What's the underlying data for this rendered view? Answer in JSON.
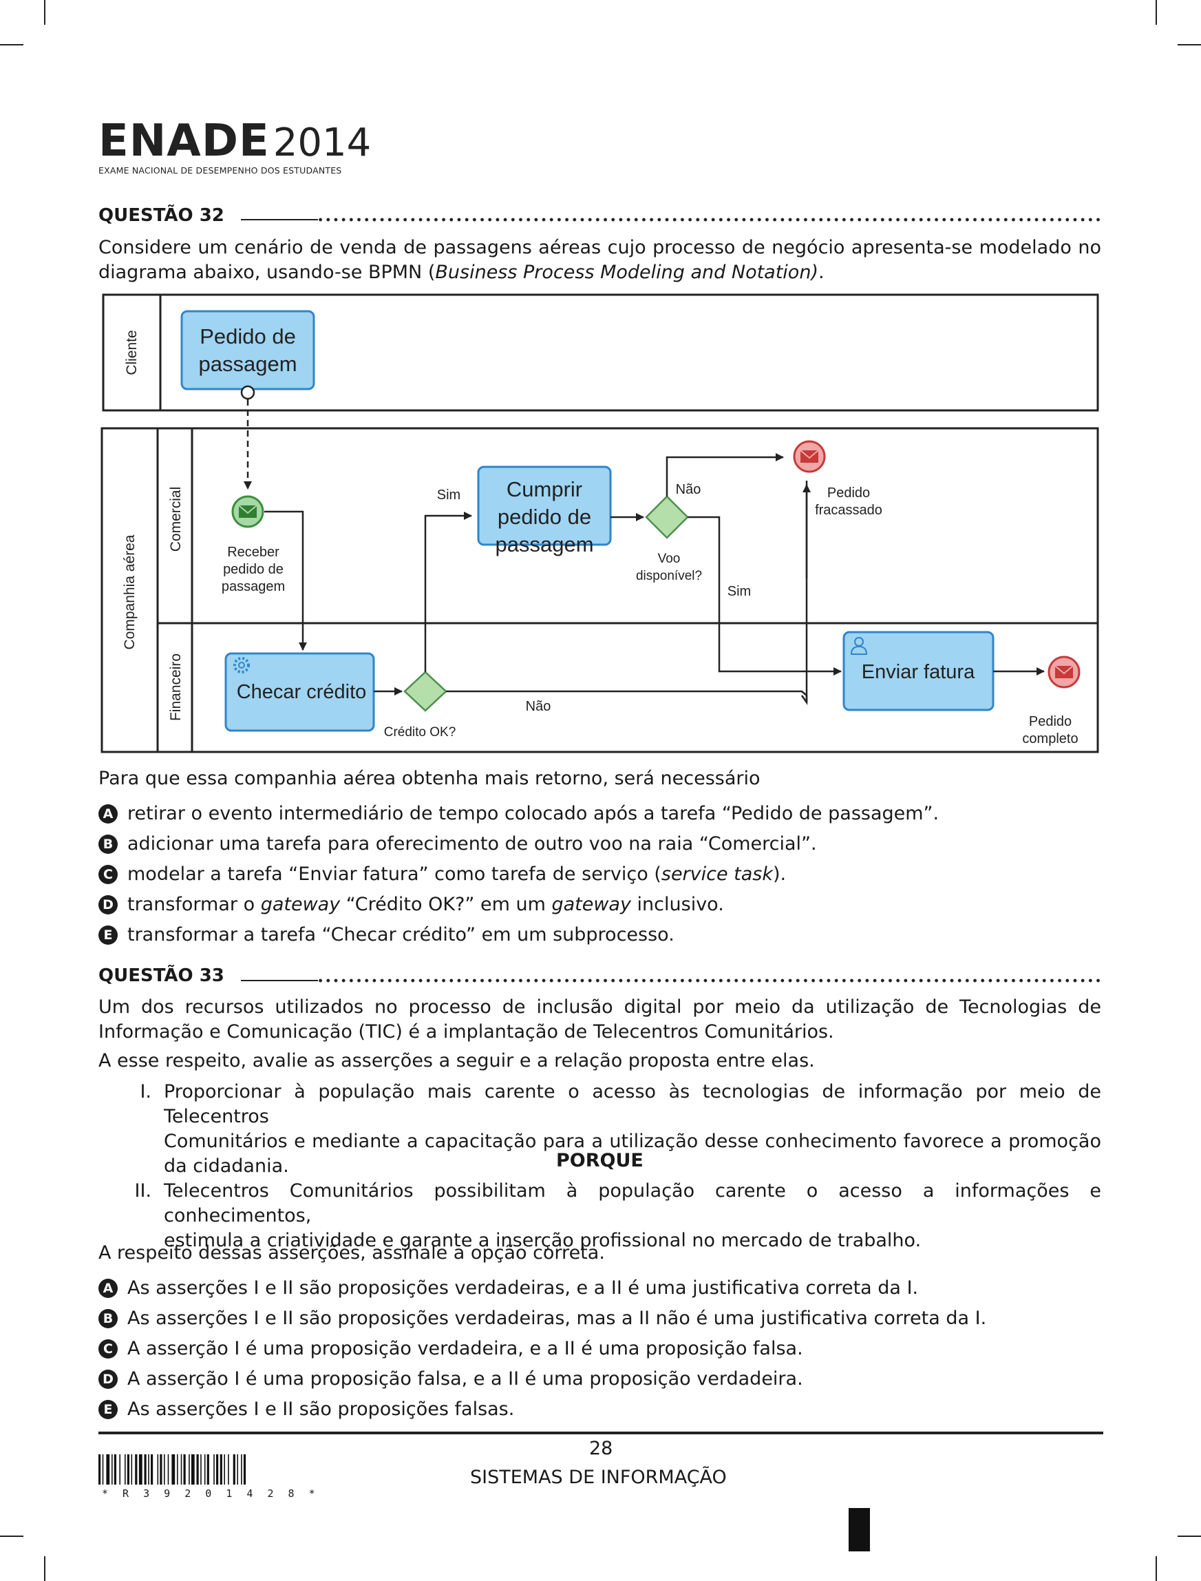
{
  "header": {
    "logo_text": "ENADE",
    "logo_year": "2014",
    "logo_subtitle": "EXAME NACIONAL DE DESEMPENHO DOS ESTUDANTES"
  },
  "q32": {
    "title": "QUESTÃO 32",
    "intro_line1": "Considere um cenário de venda de passagens aéreas cujo processo de negócio apresenta-se modelado no",
    "intro_line2_a": "diagrama abaixo, usando-se BPMN (",
    "intro_line2_italic": "Business Process Modeling and Notation)",
    "intro_line2_b": ".",
    "diagram": {
      "pool_client": "Cliente",
      "pool_company": "Companhia aérea",
      "lane_commercial": "Comercial",
      "lane_financial": "Financeiro",
      "task_pedido_l1": "Pedido de",
      "task_pedido_l2": "passagem",
      "event_receber_l1": "Receber",
      "event_receber_l2": "pedido de",
      "event_receber_l3": "passagem",
      "task_checar": "Checar crédito",
      "gateway_credito": "Crédito OK?",
      "label_sim_1": "Sim",
      "label_nao_1": "Não",
      "task_cumprir_l1": "Cumprir",
      "task_cumprir_l2": "pedido de",
      "task_cumprir_l3": "passagem",
      "gateway_voo_l1": "Voo",
      "gateway_voo_l2": "disponível?",
      "label_nao_2": "Não",
      "label_sim_2": "Sim",
      "end_fracassado_l1": "Pedido",
      "end_fracassado_l2": "fracassado",
      "task_fatura": "Enviar fatura",
      "end_completo_l1": "Pedido",
      "end_completo_l2": "completo"
    },
    "stem": "Para que essa companhia aérea obtenha mais retorno, será necessário",
    "options": [
      {
        "letter": "A",
        "text": "retirar o evento intermediário de tempo colocado após a tarefa “Pedido de passagem”."
      },
      {
        "letter": "B",
        "text": "adicionar uma tarefa para oferecimento de outro voo na raia “Comercial”."
      },
      {
        "letter": "C",
        "text_a": "modelar a tarefa “Enviar fatura” como tarefa de serviço (",
        "text_i": "service task",
        "text_b": ")."
      },
      {
        "letter": "D",
        "text_a": "transformar o ",
        "text_i": "gateway",
        "text_b": " “Crédito OK?” em um ",
        "text_i2": "gateway",
        "text_c": " inclusivo."
      },
      {
        "letter": "E",
        "text": "transformar a tarefa “Checar crédito” em um subprocesso."
      }
    ]
  },
  "q33": {
    "title": "QUESTÃO 33",
    "intro_line1": "Um dos recursos utilizados no processo de inclusão digital por meio da utilização de Tecnologias de",
    "intro_line2": "Informação e Comunicação (TIC) é a implantação de Telecentros Comunitários.",
    "intro_line3": "A esse respeito, avalie as asserções a seguir e a relação proposta entre elas.",
    "assertion1_num": "I.",
    "assertion1_l1": "Proporcionar à população mais carente o acesso às tecnologias de informação por meio de Telecentros",
    "assertion1_l2": "Comunitários e mediante a capacitação para a utilização desse conhecimento favorece a promoção",
    "assertion1_l3": "da cidadania.",
    "porque": "PORQUE",
    "assertion2_num": "II.",
    "assertion2_l1": "Telecentros Comunitários possibilitam à população carente o acesso a informações e conhecimentos,",
    "assertion2_l2": "estimula a criatividade e garante a inserção profissional no mercado de trabalho.",
    "stem": "A respeito dessas asserções, assinale a opção correta.",
    "options": [
      {
        "letter": "A",
        "text": "As asserções I e II são proposições verdadeiras, e a II é uma justificativa correta da I."
      },
      {
        "letter": "B",
        "text": "As asserções I e II são proposições verdadeiras, mas a II não é uma justificativa correta da I."
      },
      {
        "letter": "C",
        "text": "A asserção I é uma proposição verdadeira, e a II é uma proposição falsa."
      },
      {
        "letter": "D",
        "text": "A asserção I é uma proposição falsa, e a II é uma proposição verdadeira."
      },
      {
        "letter": "E",
        "text": "As asserções I e II são proposições falsas."
      }
    ]
  },
  "footer": {
    "page_number": "28",
    "course": "SISTEMAS DE INFORMAÇÃO",
    "barcode_text": "* R 3 9 2 0 1 4 2 8 *"
  }
}
